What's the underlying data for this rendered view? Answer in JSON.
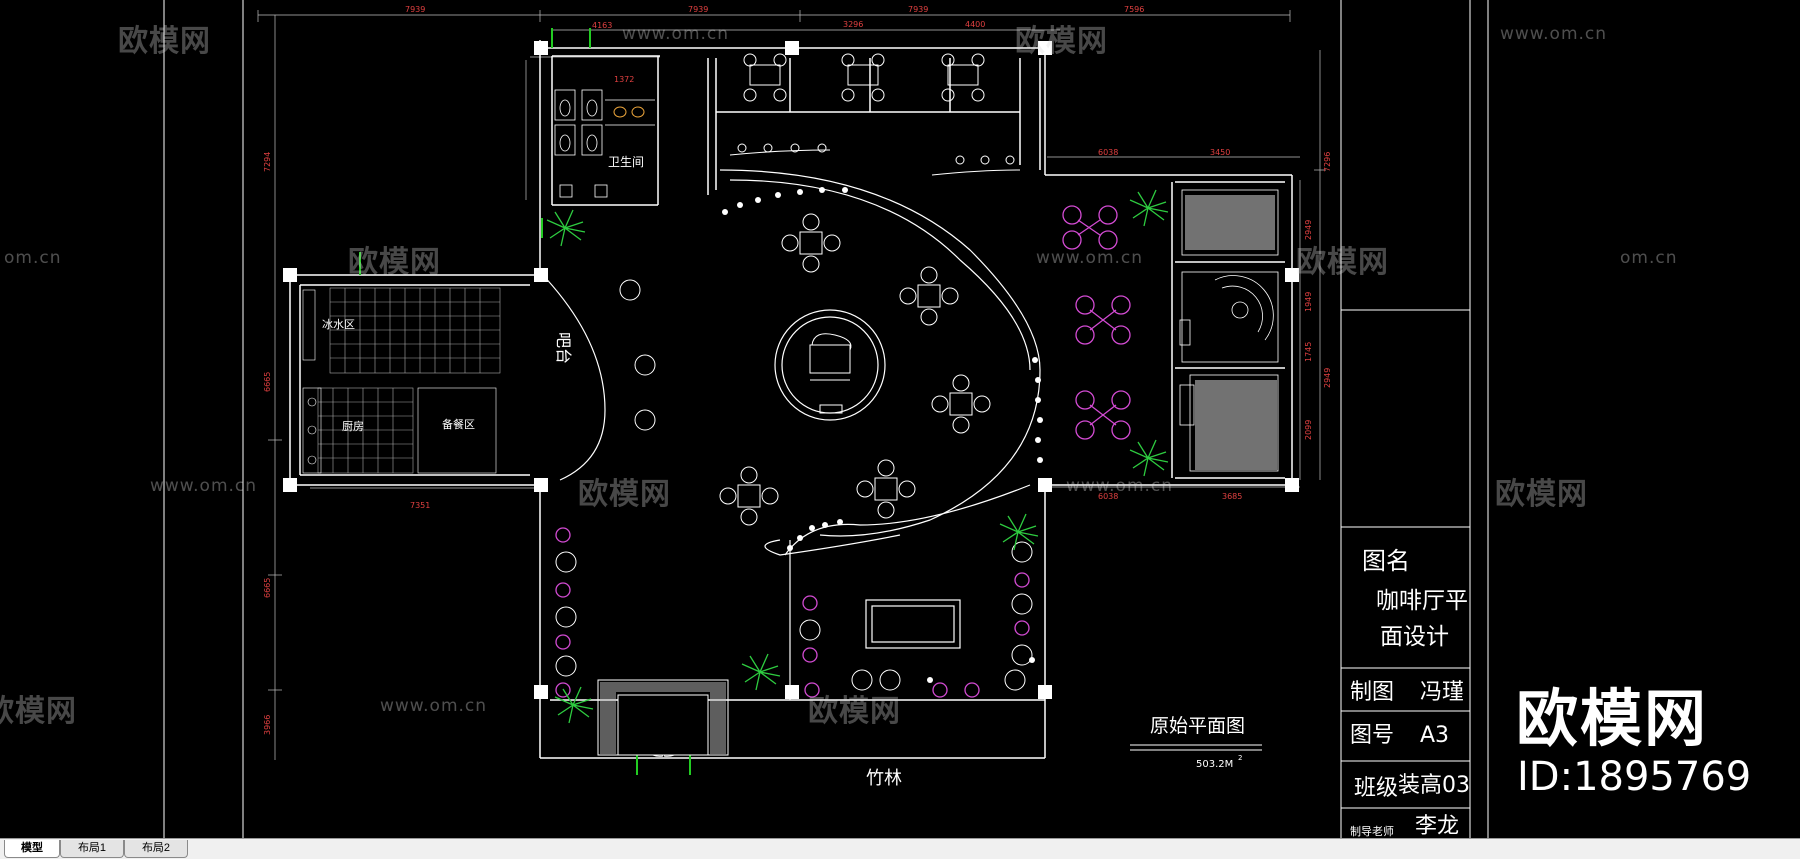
{
  "drawing": {
    "dims_top": [
      "7939",
      "7939",
      "4163",
      "3296",
      "7939",
      "4400",
      "7596"
    ],
    "dims_left": [
      "7294",
      "6665",
      "6665",
      "3966"
    ],
    "dims_right": [
      "7296",
      "2949",
      "1949",
      "1745",
      "2099"
    ],
    "dim_kitchen_bottom": "7351",
    "dim_toilet": "1372",
    "dims_right_upper": [
      "6038",
      "3450"
    ],
    "dims_right_lower": [
      "6038",
      "3685"
    ],
    "rooms": {
      "toilet": "卫生间",
      "prep": "冰水区",
      "kitchen": "厨房",
      "serving": "备餐区",
      "bar": "吧台"
    },
    "bamboo_label": "竹林",
    "plan_title": "原始平面图",
    "area_value": "503.2M",
    "area_sup": "2"
  },
  "titleblock": {
    "name_label": "图名",
    "name_line1": "咖啡厅平",
    "name_line2": "面设计",
    "drawer_label": "制图",
    "drawer_name": "冯瑾",
    "number_label": "图号",
    "number_value": "A3",
    "class_label": "班级",
    "class_value": "装高03",
    "teacher_label": "制导老师",
    "teacher_name": "李龙"
  },
  "watermarks": {
    "brand": "欧模网",
    "url": "www.om.cn",
    "url_short": "om.cn",
    "id_text": "ID:1895769"
  },
  "tabs": [
    "模型",
    "布局1",
    "布局2"
  ],
  "colors": {
    "canvas_bg": "#000000",
    "line_white": "#ffffff",
    "dim_red": "#e04040",
    "plant_green": "#2ecc40",
    "chair_magenta": "#d24bd2",
    "door_green": "#22cc22",
    "fixture_orange": "#e8a23a"
  }
}
